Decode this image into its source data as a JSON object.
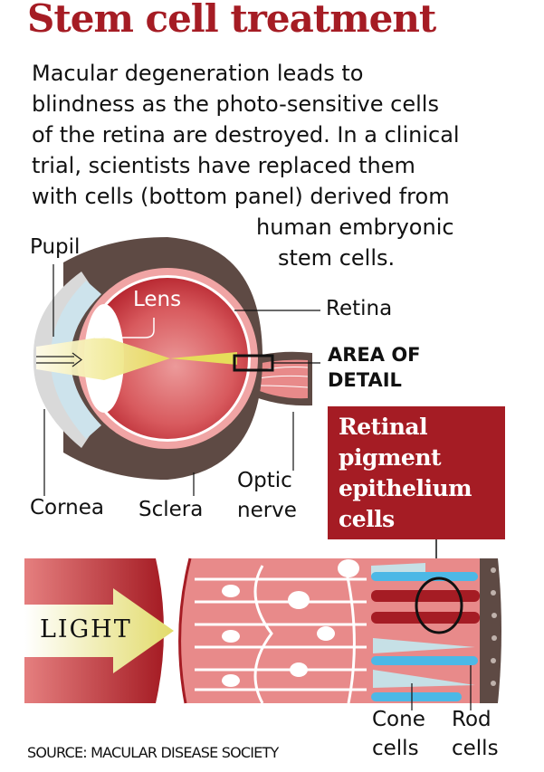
{
  "title": "Stem cell treatment",
  "intro": {
    "lines": [
      "Macular degeneration leads to",
      "blindness as the photo-sensitive cells",
      "of the retina are destroyed. In a clinical",
      "trial, scientists have replaced them",
      "with cells (bottom panel) derived from",
      "human embryonic",
      "stem cells."
    ]
  },
  "eye_labels": {
    "pupil": "Pupil",
    "lens": "Lens",
    "retina": "Retina",
    "area_of_detail": [
      "AREA OF",
      "DETAIL"
    ],
    "cornea": "Cornea",
    "sclera": "Sclera",
    "optic_nerve": [
      "Optic",
      "nerve"
    ]
  },
  "rpe_box": {
    "lines": [
      "Retinal",
      "pigment",
      "epithelium",
      "cells"
    ],
    "color": "#a51c24"
  },
  "detail_panel": {
    "light": "LIGHT",
    "cone_cells": [
      "Cone",
      "cells"
    ],
    "rod_cells": [
      "Rod",
      "cells"
    ]
  },
  "source": "SOURCE: MACULAR DISEASE SOCIETY",
  "colors": {
    "brand_red": "#a51c24",
    "tissue_pink": "#e88a8a",
    "sclera_brown": "#5e4a44",
    "cone_blue": "#4cb8e6",
    "light_yellow": "#e8e27a"
  }
}
